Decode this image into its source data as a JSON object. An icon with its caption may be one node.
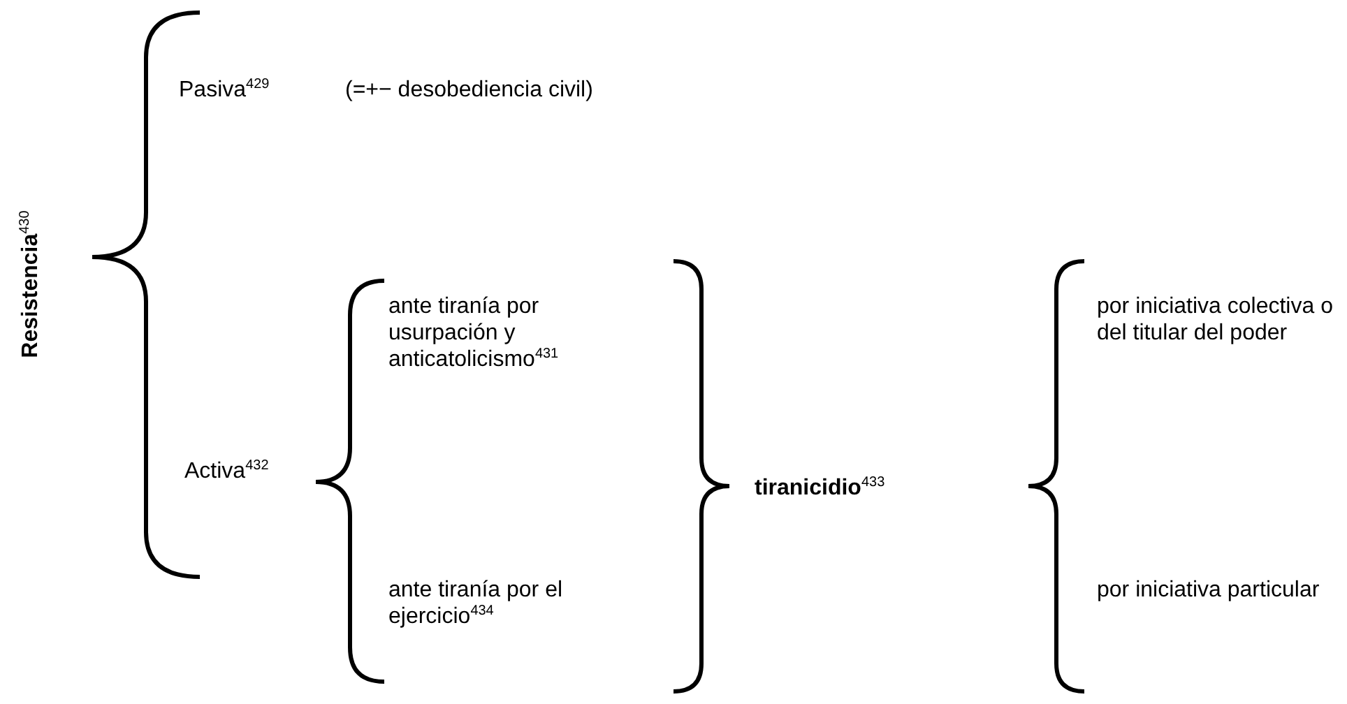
{
  "diagram": {
    "labels": [
      "**Resistencia**$^{430}$",
      "Pasiva$^{429}$",
      "(=+− desobediencia civil)",
      "ante tiranía por usurpación y anticatolicismo$^{431}$",
      "Activa$^{432}$",
      "ante tiranía por el ejercicio$^{434}$",
      "**tiranicidio**$^{433}$",
      "por iniciativa colectiva o del titular del poder",
      "por iniciativa particular"
    ]
  }
}
